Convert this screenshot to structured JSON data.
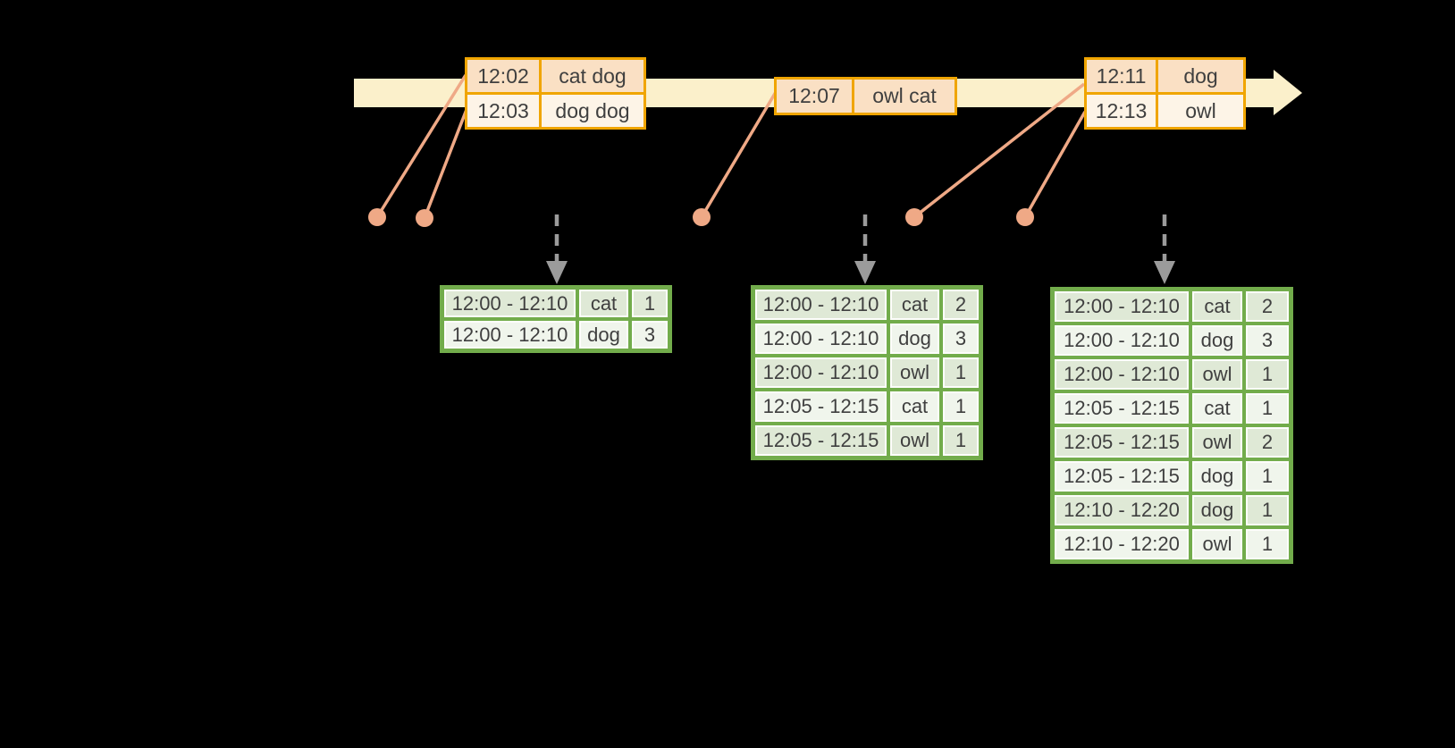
{
  "colors": {
    "background": "#000000",
    "band": "#FBF0CB",
    "gold": "#F0A500",
    "peach": "#FAE0C4",
    "cream": "#FDF4E7",
    "salmon": "#EFA986",
    "green": "#72AC4B",
    "green_row_dark": "#DFE9D6",
    "green_row_light": "#F0F5EC",
    "arrow_gray": "#9B9B9B",
    "text": "#3F3F3F"
  },
  "event_tables": [
    {
      "rows": [
        {
          "time": "12:02",
          "words": "cat dog"
        },
        {
          "time": "12:03",
          "words": "dog dog"
        }
      ]
    },
    {
      "rows": [
        {
          "time": "12:07",
          "words": "owl cat"
        }
      ]
    },
    {
      "rows": [
        {
          "time": "12:11",
          "words": "dog"
        },
        {
          "time": "12:13",
          "words": "owl"
        }
      ]
    }
  ],
  "result_tables": [
    {
      "rows": [
        {
          "window": "12:00 - 12:10",
          "word": "cat",
          "count": "1"
        },
        {
          "window": "12:00 - 12:10",
          "word": "dog",
          "count": "3"
        }
      ]
    },
    {
      "rows": [
        {
          "window": "12:00 - 12:10",
          "word": "cat",
          "count": "2"
        },
        {
          "window": "12:00 - 12:10",
          "word": "dog",
          "count": "3"
        },
        {
          "window": "12:00 - 12:10",
          "word": "owl",
          "count": "1"
        },
        {
          "window": "12:05 - 12:15",
          "word": "cat",
          "count": "1"
        },
        {
          "window": "12:05 - 12:15",
          "word": "owl",
          "count": "1"
        }
      ]
    },
    {
      "rows": [
        {
          "window": "12:00 - 12:10",
          "word": "cat",
          "count": "2"
        },
        {
          "window": "12:00 - 12:10",
          "word": "dog",
          "count": "3"
        },
        {
          "window": "12:00 - 12:10",
          "word": "owl",
          "count": "1"
        },
        {
          "window": "12:05 - 12:15",
          "word": "cat",
          "count": "1"
        },
        {
          "window": "12:05 - 12:15",
          "word": "owl",
          "count": "2"
        },
        {
          "window": "12:05 - 12:15",
          "word": "dog",
          "count": "1"
        },
        {
          "window": "12:10 - 12:20",
          "word": "dog",
          "count": "1"
        },
        {
          "window": "12:10 - 12:20",
          "word": "owl",
          "count": "1"
        }
      ]
    }
  ]
}
